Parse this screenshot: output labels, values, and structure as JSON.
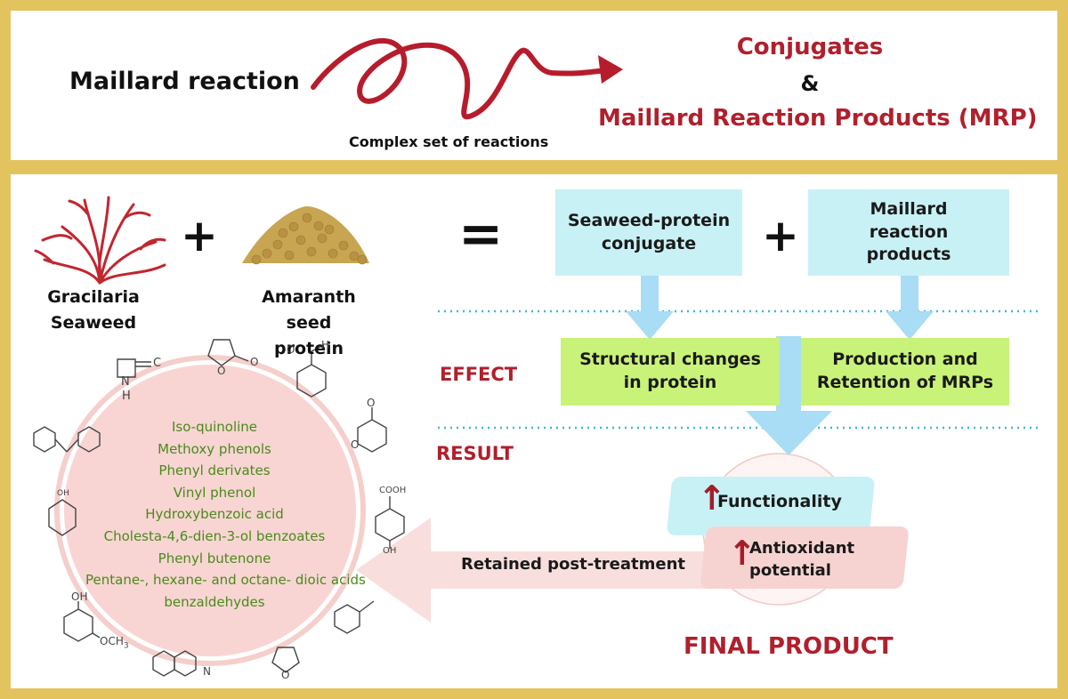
{
  "top": {
    "maillard_label": "Maillard reaction",
    "complex_label": "Complex set of reactions",
    "conjugates": "Conjugates",
    "ampersand": "&",
    "mrp_label": "Maillard Reaction Products (MRP)"
  },
  "ingredients": {
    "seaweed": [
      "Gracilaria",
      "Seaweed"
    ],
    "protein": [
      "Amaranth seed",
      "protein"
    ],
    "plus": "+",
    "equals": "="
  },
  "outputs": {
    "conjugate": [
      "Seaweed-protein",
      "conjugate"
    ],
    "plus": "+",
    "mrp": [
      "Maillard",
      "reaction",
      "products"
    ]
  },
  "effect": {
    "label": "EFFECT",
    "structural": [
      "Structural changes",
      "in protein"
    ],
    "production": [
      "Production and",
      "Retention of MRPs"
    ]
  },
  "result": {
    "label": "RESULT",
    "functionality": "Functionality",
    "antioxidant": [
      "Antioxidant",
      "potential"
    ],
    "retained": "Retained post-treatment",
    "final_product": "FINAL PRODUCT"
  },
  "compounds": [
    "Iso-quinoline",
    "Methoxy phenols",
    "Phenyl derivates",
    "Vinyl phenol",
    "Hydroxybenzoic acid",
    "Cholesta-4,6-dien-3-ol benzoates",
    "Phenyl butenone",
    "Pentane-, hexane- and octane- dioic acids",
    "benzaldehydes"
  ],
  "structure_labels": {
    "nh": "N",
    "h": "H",
    "c": "C",
    "o1": "O",
    "o2": "O",
    "cooh": "COOH",
    "oh_acid": "OH",
    "oh_phenol": "OH",
    "och3": "OCH",
    "och3_sub": "3",
    "inositol_oh": "OH",
    "furan_o": "O",
    "isoquinoline_n": "N",
    "lactone_o1": "O",
    "lactone_o2": "O",
    "aldehyde_o": "O",
    "aldehyde_h": "H"
  },
  "colors": {
    "frame": "#e3c35e",
    "accent_red": "#b0202c",
    "cyan_box": "#c8f1f6",
    "green_box": "#c9f279",
    "pink": "#f8d5d3",
    "compound_green": "#4a8a1a",
    "arrow_blue": "#a9dcf5"
  }
}
